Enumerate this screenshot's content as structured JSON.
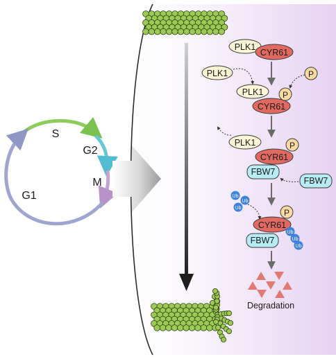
{
  "cell_cycle": {
    "s_label": "S",
    "g2_label": "G2",
    "m_label": "M",
    "g1_label": "G1",
    "colors": {
      "s": "#8ccb5c",
      "g2": "#63c9d6",
      "m": "#c4a3d3",
      "g1": "#9ea6cf"
    }
  },
  "pathway": {
    "plk1_label": "PLK1",
    "cyr61_label": "CYR61",
    "p_label": "P",
    "fbw7_label": "FBW7",
    "ub_label": "Ub",
    "degradation_label": "Degradation",
    "colors": {
      "plk1_fill": "#fbf5d6",
      "cyr61_fill": "#e06a62",
      "p_fill": "#fbd9a0",
      "fbw7_fill": "#b8ecf5",
      "ub_fill": "#3f82db",
      "degradation_fill": "#e07a72",
      "panel_gradient_end": "#e6d3f2"
    }
  },
  "microtubule": {
    "colors": {
      "bead_fill": "#9ccb55",
      "bead_stroke": "#2c3d10"
    }
  }
}
